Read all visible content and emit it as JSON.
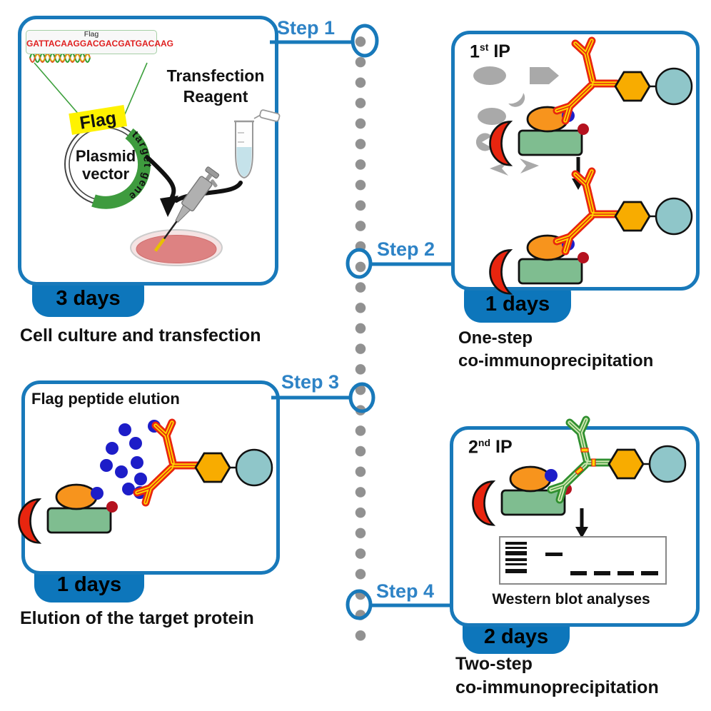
{
  "colors": {
    "panel_border": "#1879ba",
    "step_label": "#2e83c6",
    "duration_tag_bg": "#0d76bb",
    "timeline_dot": "#919191",
    "antibody_red": "#e8250f",
    "antibody_yellow": "#ffd400",
    "antibody_green": "#2f8f2f",
    "antibody_green_fill": "#cde6ae",
    "bait_protein_green": "#7fbd90",
    "target_protein_orange": "#f7941d",
    "interactor_red": "#e8250f",
    "flag_dot_blue": "#1d1dc8",
    "tag_dot_dark_red": "#b5121f",
    "bead_hexagon": "#f8ac00",
    "bead_circle": "#8fc6c9",
    "plasmid_tag_yellow": "#fff200",
    "target_gene_green": "#3e9b3e",
    "nonspecific_gray": "#a9a9a9",
    "flag_sequence_red": "#e02020"
  },
  "timeline": {
    "step1": "Step 1",
    "step2": "Step 2",
    "step3": "Step 3",
    "step4": "Step 4"
  },
  "transfection_panel": {
    "flag_box_label": "Flag",
    "flag_sequence": "GATTACAAGGACGACGATGACAAG",
    "plasmid_flag_tag": "Flag",
    "plasmid_line1": "Plasmid",
    "plasmid_line2": "vector",
    "target_gene": "target gene",
    "reagent_line1": "Transfection",
    "reagent_line2": "Reagent",
    "duration": "3 days",
    "caption": "Cell culture and transfection"
  },
  "first_ip_panel": {
    "title_number": "1",
    "title_ordinal": "st",
    "title_text": "IP",
    "duration": "1 days",
    "caption_line1": "One-step",
    "caption_line2": "co-immunoprecipitation"
  },
  "elution_panel": {
    "title": "Flag peptide elution",
    "duration": "1 days",
    "caption": "Elution of the target protein"
  },
  "second_ip_panel": {
    "title_number": "2",
    "title_ordinal": "nd",
    "title_text": "IP",
    "blot_caption": "Western blot analyses",
    "duration": "2 days",
    "caption_line1": "Two-step",
    "caption_line2": "co-immunoprecipitation"
  }
}
